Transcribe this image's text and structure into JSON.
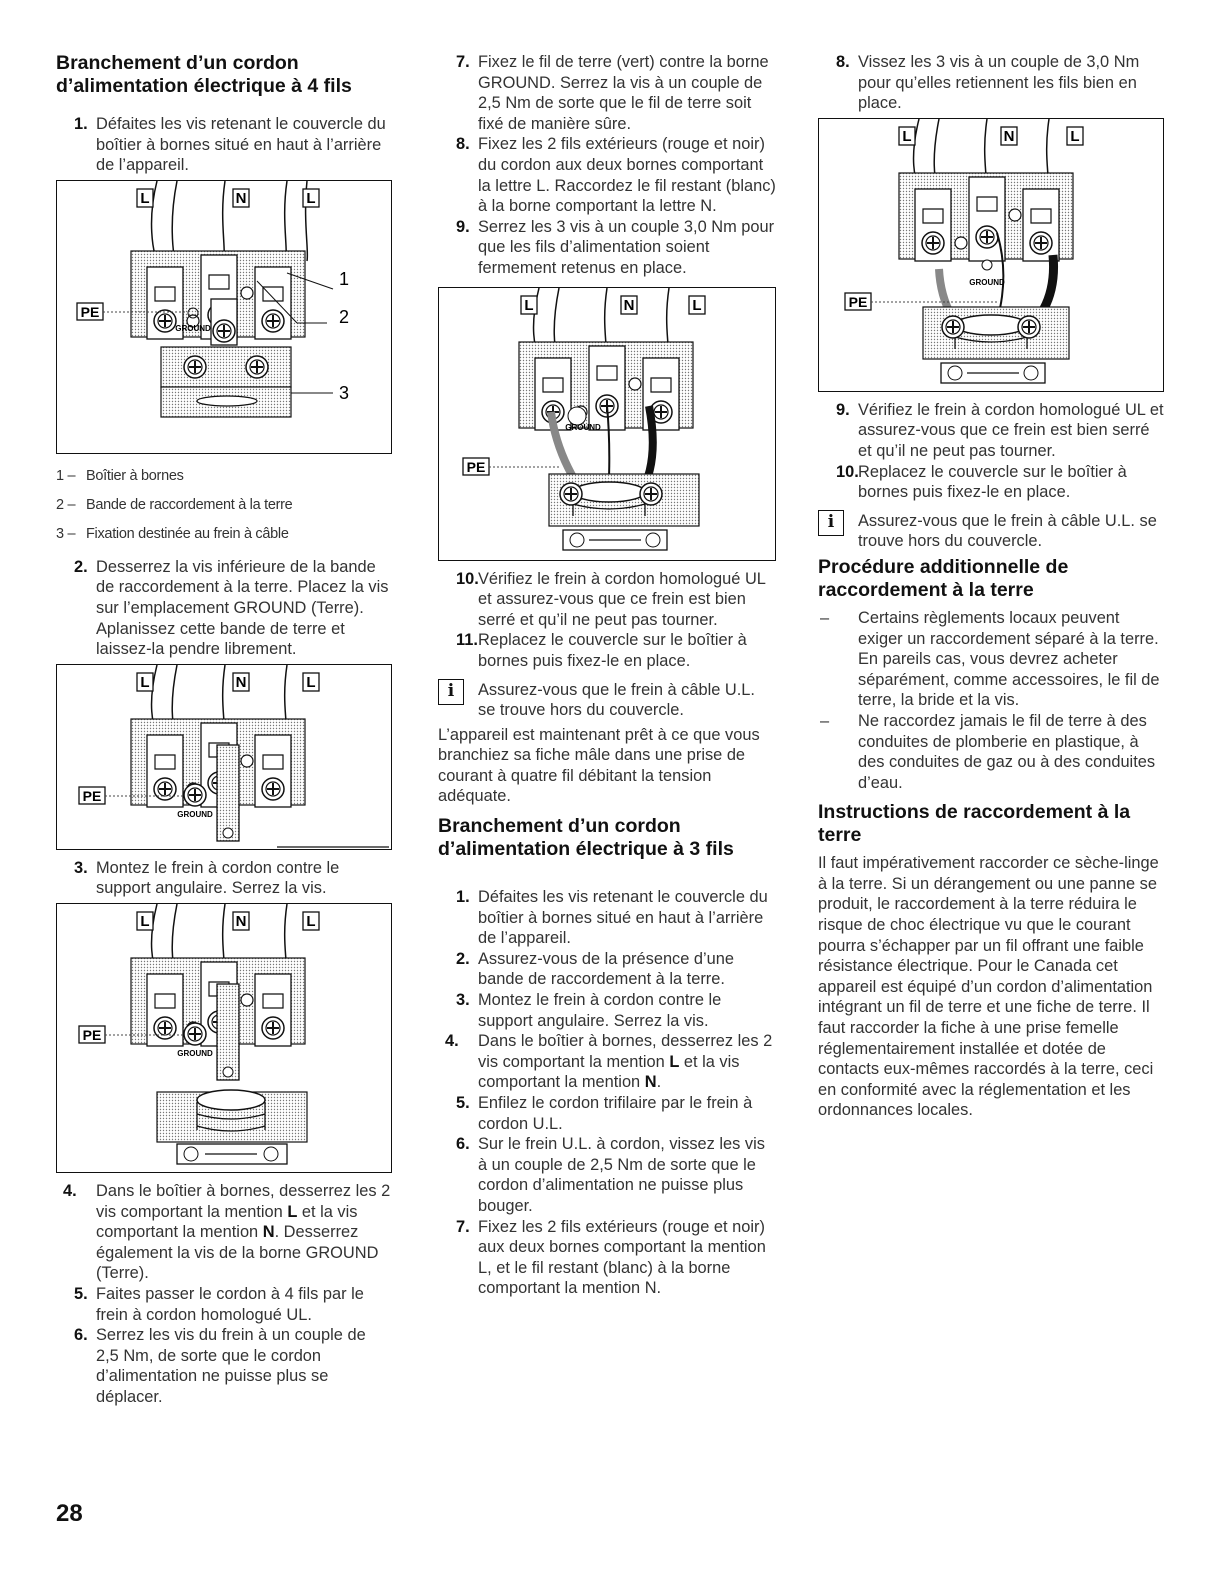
{
  "page_number": "28",
  "col1": {
    "heading": "Branchement d’un cordon d’alimentation électrique à 4 fils",
    "steps_a": [
      {
        "n": "1.",
        "text": "Défaites les vis retenant le couvercle du boîtier à bornes situé en haut à l’arrière de l’appareil."
      }
    ],
    "fig1": {
      "L": "L",
      "N": "N",
      "PE": "PE",
      "ground": "GROUND",
      "callouts": [
        "1",
        "2",
        "3"
      ]
    },
    "legend": [
      {
        "n": "1 –",
        "text": "Boîtier à bornes"
      },
      {
        "n": "2 –",
        "text": "Bande de raccordement à la terre"
      },
      {
        "n": "3 –",
        "text": "Fixation destinée au frein à câble"
      }
    ],
    "steps_b": [
      {
        "n": "2.",
        "text": "Desserrez la vis inférieure de la bande de raccordement à la terre. Placez la vis sur l’emplacement GROUND (Terre). Aplanissez cette bande de terre et laissez-la pendre librement."
      }
    ],
    "steps_c": [
      {
        "n": "3.",
        "text": "Montez le frein à cordon contre le support angulaire. Serrez la vis."
      }
    ],
    "step4": {
      "n": "4.",
      "t1": "Dans le boîtier à bornes, desserrez les 2 vis comportant la mention ",
      "k1": "L",
      "t2": " et la vis comportant la mention ",
      "k2": "N",
      "t3": ". Desserrez également la vis de la borne GROUND (Terre)."
    },
    "steps_d": [
      {
        "n": "5.",
        "text": "Faites passer le cordon à 4 fils par le frein à cordon homologué UL."
      },
      {
        "n": "6.",
        "text": "Serrez les vis du frein à un couple de 2,5 Nm, de sorte que le cordon d’alimentation ne puisse plus se déplacer."
      }
    ]
  },
  "col2": {
    "steps_a": [
      {
        "n": "7.",
        "text": "Fixez le fil de terre (vert) contre la borne GROUND. Serrez la vis à un couple de 2,5 Nm de sorte que le fil de terre soit fixé de manière sûre."
      },
      {
        "n": "8.",
        "text": "Fixez les 2 fils extérieurs (rouge et noir) du cordon aux deux bornes comportant la lettre L. Raccordez le fil restant (blanc) à la borne comportant la lettre N."
      },
      {
        "n": "9.",
        "text": "Serrez les 3 vis à un couple 3,0 Nm pour que les fils d’alimentation soient fermement retenus en place."
      }
    ],
    "steps_b": [
      {
        "n": "10.",
        "text": "Vérifiez le frein à cordon homologué UL et assurez-vous que ce frein est bien serré et qu’il ne peut pas tourner."
      },
      {
        "n": "11.",
        "text": "Replacez le couvercle sur le boîtier à bornes puis fixez-le en place."
      }
    ],
    "note_icon": "i",
    "note": "Assurez-vous que le frein à câble U.L. se trouve hors du couvercle.",
    "para": "L’appareil est maintenant prêt à ce que vous branchiez sa fiche mâle dans une prise de courant à quatre fil débitant la tension adéquate.",
    "heading": "Branchement d’un cordon d’alimentation électrique à 3 fils",
    "steps_c": [
      {
        "n": "1.",
        "text": "Défaites les vis retenant le couvercle du boîtier à bornes situé en haut à l’arrière de l’appareil."
      },
      {
        "n": "2.",
        "text": "Assurez-vous de la présence d’une bande de raccordement à la terre."
      },
      {
        "n": "3.",
        "text": "Montez le frein à cordon contre le support angulaire. Serrez la vis."
      }
    ],
    "step4": {
      "n": "4.",
      "t1": "Dans le boîtier à bornes, desserrez les 2 vis comportant la mention ",
      "k1": "L",
      "t2": " et la vis comportant la mention ",
      "k2": "N",
      "t3": "."
    },
    "steps_d": [
      {
        "n": "5.",
        "text": "Enfilez le cordon trifilaire par le frein à cordon U.L."
      },
      {
        "n": "6.",
        "text": "Sur le frein U.L. à cordon, vissez les vis à un couple de 2,5 Nm de sorte que le cordon d’alimentation ne puisse plus bouger."
      },
      {
        "n": "7.",
        "text": "Fixez les 2 fils extérieurs (rouge et noir) aux deux bornes comportant la mention L, et le fil restant (blanc) à la borne comportant la mention N."
      }
    ]
  },
  "col3": {
    "steps_a": [
      {
        "n": "8.",
        "text": "Vissez les 3 vis à un couple de 3,0 Nm pour qu’elles retiennent les fils bien en place."
      }
    ],
    "steps_b": [
      {
        "n": "9.",
        "text": "Vérifiez le frein à cordon homologué UL et assurez-vous que ce frein est bien serré et qu’il ne peut pas tourner."
      },
      {
        "n": "10.",
        "text": "Replacez le couvercle sur le boîtier à bornes puis fixez-le en place."
      }
    ],
    "note_icon": "i",
    "note": "Assurez-vous que le frein à câble U.L. se trouve hors du couvercle.",
    "heading1": "Procédure additionnelle de raccordement à la terre",
    "dash_items": [
      {
        "d": "–",
        "text": "Certains règlements locaux peuvent exiger un raccordement séparé à la terre. En pareils cas, vous devrez acheter séparément, comme accessoires, le fil de terre, la bride et la vis."
      },
      {
        "d": "–",
        "text": "Ne raccordez jamais le fil de terre à des conduites de plomberie en plastique, à des conduites de gaz ou à des conduites d’eau."
      }
    ],
    "heading2": "Instructions de raccordement à la terre",
    "para": "Il faut impérativement raccorder ce sèche-linge à la terre. Si un dérangement ou une panne se produit, le raccordement à la terre réduira le risque de choc électrique vu que le courant pourra s’échapper par un fil offrant une faible résistance électrique. Pour le Canada cet appareil est équipé d’un cordon d’alimentation intégrant un fil de terre et une fiche de terre. Il faut raccorder la fiche à une prise femelle réglementairement installée et dotée de contacts eux-mêmes raccordés à la terre, ceci en conformité avec la réglementation et les ordonnances locales."
  },
  "figure_labels": {
    "L": "L",
    "N": "N",
    "PE": "PE",
    "ground": "GROUND"
  }
}
